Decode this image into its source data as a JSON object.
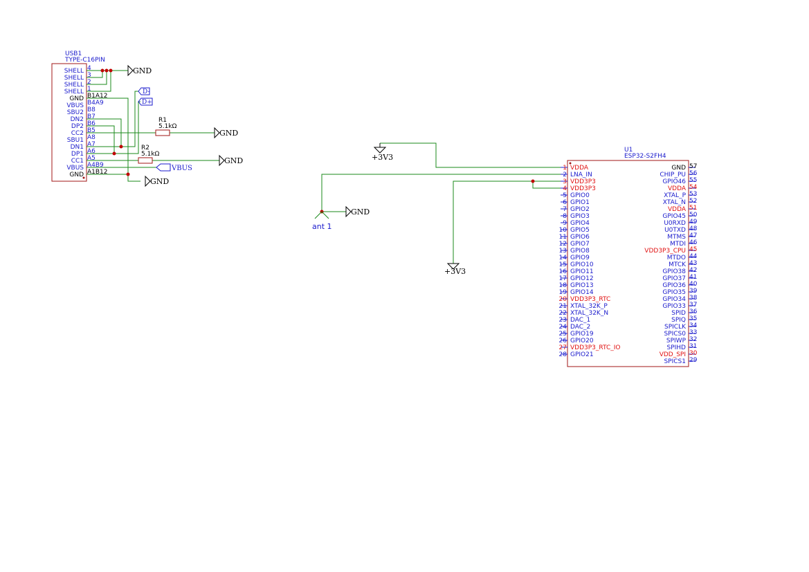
{
  "colors": {
    "background": "#ffffff",
    "wire": "#1a8a1a",
    "pin_name": "#1a1acc",
    "power_pin": "#e01010",
    "part_outline": "#a01515",
    "junction": "#c00000",
    "symbol": "#000000"
  },
  "usb": {
    "ref": "USB1",
    "value": "TYPE-C16PIN",
    "pins": [
      {
        "name": "SHELL",
        "number": "4"
      },
      {
        "name": "SHELL",
        "number": "3"
      },
      {
        "name": "SHELL",
        "number": "2"
      },
      {
        "name": "SHELL",
        "number": "1"
      },
      {
        "name": "GND",
        "number": "B1A12"
      },
      {
        "name": "VBUS",
        "number": "B4A9"
      },
      {
        "name": "SBU2",
        "number": "B8"
      },
      {
        "name": "DN2",
        "number": "B7"
      },
      {
        "name": "DP2",
        "number": "B6"
      },
      {
        "name": "CC2",
        "number": "B5"
      },
      {
        "name": "SBU1",
        "number": "A8"
      },
      {
        "name": "DN1",
        "number": "A7"
      },
      {
        "name": "DP1",
        "number": "A6"
      },
      {
        "name": "CC1",
        "number": "A5"
      },
      {
        "name": "VBUS",
        "number": "A4B9"
      },
      {
        "name": "GND",
        "number": "A1B12"
      }
    ]
  },
  "resistors": {
    "r1": {
      "ref": "R1",
      "value": "5.1kΩ"
    },
    "r2": {
      "ref": "R2",
      "value": "5.1kΩ"
    }
  },
  "labels": {
    "gnd": "GND",
    "dminus": "D-",
    "dplus": "D+",
    "vbus": "VBUS",
    "v3": "+3V3",
    "antenna": "ant 1"
  },
  "esp": {
    "ref": "U1",
    "value": "ESP32-S2FH4",
    "left_pins": [
      {
        "name": "VDDA",
        "number": "1",
        "power": true
      },
      {
        "name": "LNA_IN",
        "number": "2",
        "power": false
      },
      {
        "name": "VDD3P3",
        "number": "3",
        "power": true
      },
      {
        "name": "VDD3P3",
        "number": "4",
        "power": true
      },
      {
        "name": "GPIO0",
        "number": "5",
        "power": false
      },
      {
        "name": "GPIO1",
        "number": "6",
        "power": false
      },
      {
        "name": "GPIO2",
        "number": "7",
        "power": false
      },
      {
        "name": "GPIO3",
        "number": "8",
        "power": false
      },
      {
        "name": "GPIO4",
        "number": "9",
        "power": false
      },
      {
        "name": "GPIO5",
        "number": "10",
        "power": false
      },
      {
        "name": "GPIO6",
        "number": "11",
        "power": false
      },
      {
        "name": "GPIO7",
        "number": "12",
        "power": false
      },
      {
        "name": "GPIO8",
        "number": "13",
        "power": false
      },
      {
        "name": "GPIO9",
        "number": "14",
        "power": false
      },
      {
        "name": "GPIO10",
        "number": "15",
        "power": false
      },
      {
        "name": "GPIO11",
        "number": "16",
        "power": false
      },
      {
        "name": "GPIO12",
        "number": "17",
        "power": false
      },
      {
        "name": "GPIO13",
        "number": "18",
        "power": false
      },
      {
        "name": "GPIO14",
        "number": "19",
        "power": false
      },
      {
        "name": "VDD3P3_RTC",
        "number": "20",
        "power": true
      },
      {
        "name": "XTAL_32K_P",
        "number": "21",
        "power": false
      },
      {
        "name": "XTAL_32K_N",
        "number": "22",
        "power": false
      },
      {
        "name": "DAC_1",
        "number": "23",
        "power": false
      },
      {
        "name": "DAC_2",
        "number": "24",
        "power": false
      },
      {
        "name": "GPIO19",
        "number": "25",
        "power": false
      },
      {
        "name": "GPIO20",
        "number": "26",
        "power": false
      },
      {
        "name": "VDD3P3_RTC_IO",
        "number": "27",
        "power": true
      },
      {
        "name": "GPIO21",
        "number": "28",
        "power": false
      }
    ],
    "right_pins": [
      {
        "name": "GND",
        "number": "57",
        "power": false,
        "black": true
      },
      {
        "name": "CHIP_PU",
        "number": "56",
        "power": false
      },
      {
        "name": "GPIO46",
        "number": "55",
        "power": false
      },
      {
        "name": "VDDA",
        "number": "54",
        "power": true
      },
      {
        "name": "XTAL_P",
        "number": "53",
        "power": false
      },
      {
        "name": "XTAL_N",
        "number": "52",
        "power": false
      },
      {
        "name": "VDDA",
        "number": "51",
        "power": true
      },
      {
        "name": "GPIO45",
        "number": "50",
        "power": false
      },
      {
        "name": "U0RXD",
        "number": "49",
        "power": false
      },
      {
        "name": "U0TXD",
        "number": "48",
        "power": false
      },
      {
        "name": "MTMS",
        "number": "47",
        "power": false
      },
      {
        "name": "MTDI",
        "number": "46",
        "power": false
      },
      {
        "name": "VDD3P3_CPU",
        "number": "45",
        "power": true
      },
      {
        "name": "MTDO",
        "number": "44",
        "power": false
      },
      {
        "name": "MTCK",
        "number": "43",
        "power": false
      },
      {
        "name": "GPIO38",
        "number": "42",
        "power": false
      },
      {
        "name": "GPIO37",
        "number": "41",
        "power": false
      },
      {
        "name": "GPIO36",
        "number": "40",
        "power": false
      },
      {
        "name": "GPIO35",
        "number": "39",
        "power": false
      },
      {
        "name": "GPIO34",
        "number": "38",
        "power": false
      },
      {
        "name": "GPIO33",
        "number": "37",
        "power": false
      },
      {
        "name": "SPID",
        "number": "36",
        "power": false
      },
      {
        "name": "SPIQ",
        "number": "35",
        "power": false
      },
      {
        "name": "SPICLK",
        "number": "34",
        "power": false
      },
      {
        "name": "SPICS0",
        "number": "33",
        "power": false
      },
      {
        "name": "SPIWP",
        "number": "32",
        "power": false
      },
      {
        "name": "SPIHD",
        "number": "31",
        "power": false
      },
      {
        "name": "VDD_SPI",
        "number": "30",
        "power": true
      },
      {
        "name": "SPICS1",
        "number": "29",
        "power": false
      }
    ]
  }
}
